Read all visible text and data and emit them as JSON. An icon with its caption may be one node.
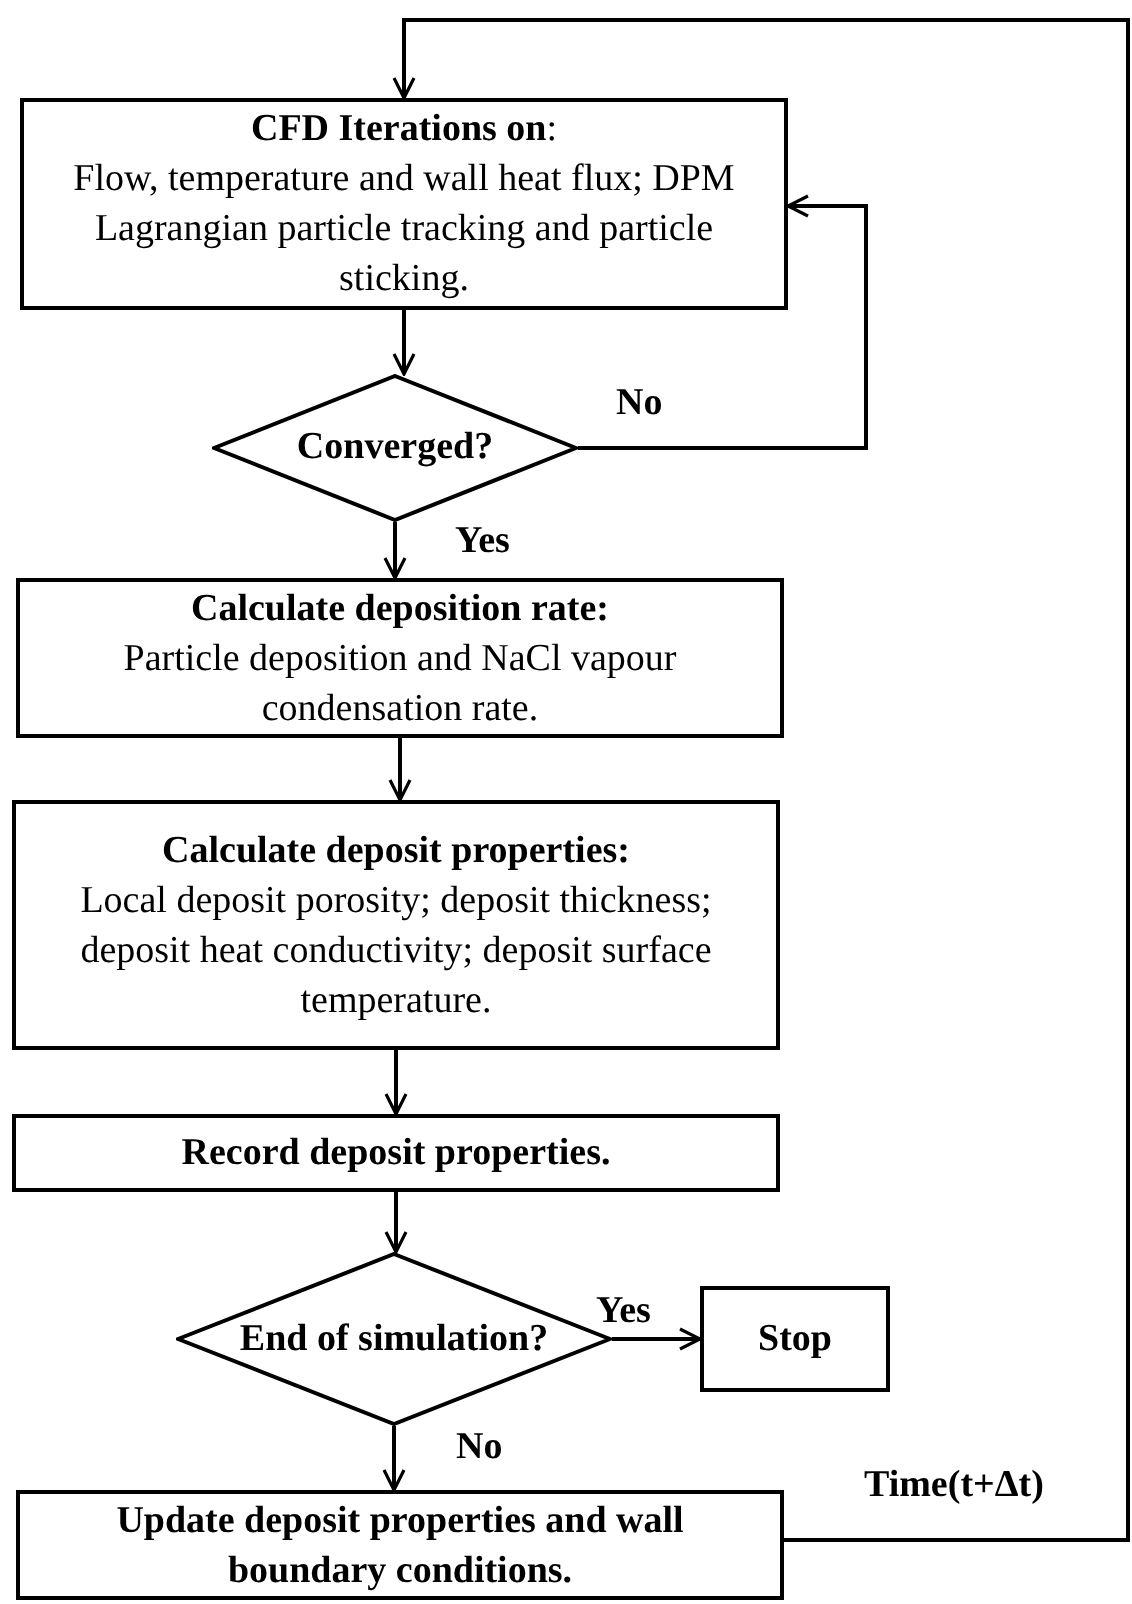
{
  "diagram": {
    "nodes": [
      {
        "text": [
          "**CFD Iterations on**:",
          "Flow, temperature and wall heat flux; DPM Lagrangian particle tracking and particle sticking."
        ]
      },
      {
        "text": [
          "Converged?"
        ]
      },
      {
        "text": [
          "Calculate deposition rate:",
          "Particle deposition and NaCl vapour condensation rate."
        ]
      },
      {
        "text": [
          "Calculate deposit properties:",
          "Local deposit porosity; deposit thickness; deposit heat conductivity; deposit surface temperature."
        ]
      },
      {
        "text": [
          "Record deposit properties."
        ]
      },
      {
        "text": [
          "End of simulation?"
        ]
      },
      {
        "text": [
          "Stop"
        ]
      },
      {
        "text": [
          "Update deposit properties and wall boundary conditions."
        ]
      }
    ],
    "edges": [
      {
        "from": 0,
        "to": 1,
        "arrow": "to"
      },
      {
        "from": 1,
        "to": 0,
        "arrow": "to",
        "label": "No"
      },
      {
        "from": 1,
        "to": 2,
        "arrow": "to",
        "label": "Yes"
      },
      {
        "from": 2,
        "to": 3,
        "arrow": "to"
      },
      {
        "from": 3,
        "to": 4,
        "arrow": "to"
      },
      {
        "from": 4,
        "to": 5,
        "arrow": "to"
      },
      {
        "from": 5,
        "to": 6,
        "arrow": "to",
        "label": "Yes"
      },
      {
        "from": 5,
        "to": 7,
        "arrow": "to",
        "label": "No"
      },
      {
        "from": 7,
        "to": 0,
        "arrow": "to",
        "label": "Time(t+Δt)"
      }
    ]
  }
}
